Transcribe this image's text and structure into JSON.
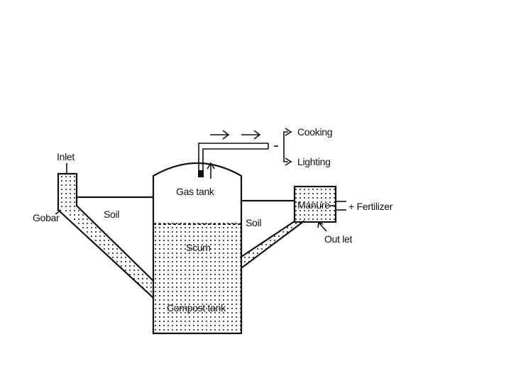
{
  "labels": {
    "inlet": "Inlet",
    "gobar": "Gobar",
    "soil_left": "Soil",
    "gas_tank": "Gas tank",
    "soil_right": "Soil",
    "scum": "Scum",
    "compost_tank": "Compost tank",
    "manure": "Manure",
    "fertilizer": "+ Fertilizer",
    "outlet": "Out let",
    "cooking": "Cooking",
    "lighting": "Lighting"
  }
}
